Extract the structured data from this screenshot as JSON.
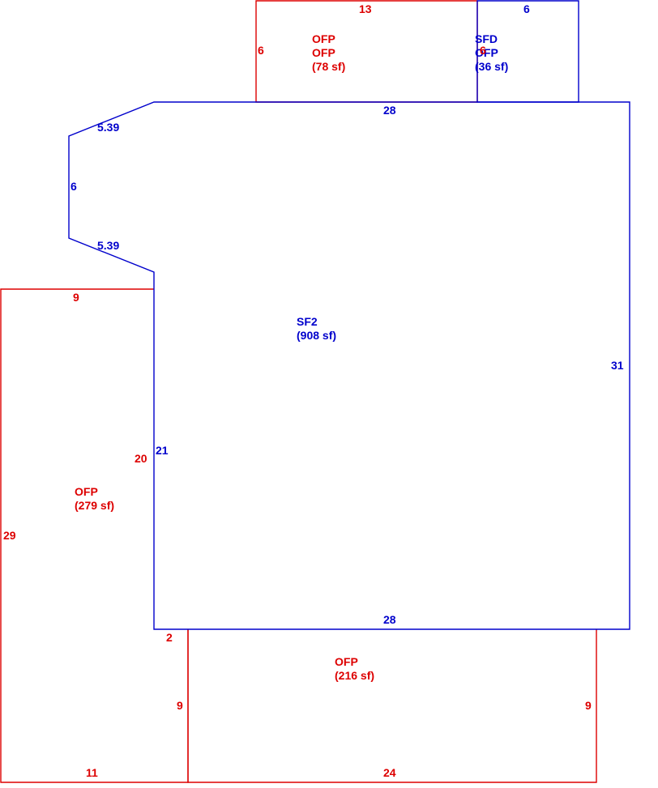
{
  "colors": {
    "living_area": "#0000cc",
    "porch_area": "#dd0000"
  },
  "areas": {
    "sf2": {
      "code": "SF2",
      "size": "(908 sf)"
    },
    "sfd": {
      "code": "SFD",
      "sub_code": "OFP",
      "size": "(36 sf)"
    },
    "ofp_top": {
      "code": "OFP",
      "sub_code": "OFP",
      "size": "(78 sf)"
    },
    "ofp_left": {
      "code": "OFP",
      "size": "(279 sf)"
    },
    "ofp_bottom": {
      "code": "OFP",
      "size": "(216 sf)"
    }
  },
  "dimensions": {
    "sfd_top": "6",
    "sfd_left": "6",
    "ofp_top_top": "13",
    "ofp_top_left": "6",
    "sf2_top": "28",
    "sf2_bay_upper": "5.39",
    "sf2_bay_side": "6",
    "sf2_bay_lower": "5.39",
    "sf2_right": "31",
    "sf2_left": "21",
    "sf2_bottom": "28",
    "ofp_left_top": "9",
    "ofp_left_inner": "20",
    "ofp_left_outer": "29",
    "ofp_left_bottom": "11",
    "ofp_bottom_step": "2",
    "ofp_bottom_left": "9",
    "ofp_bottom_right": "9",
    "ofp_bottom_bottom": "24"
  }
}
